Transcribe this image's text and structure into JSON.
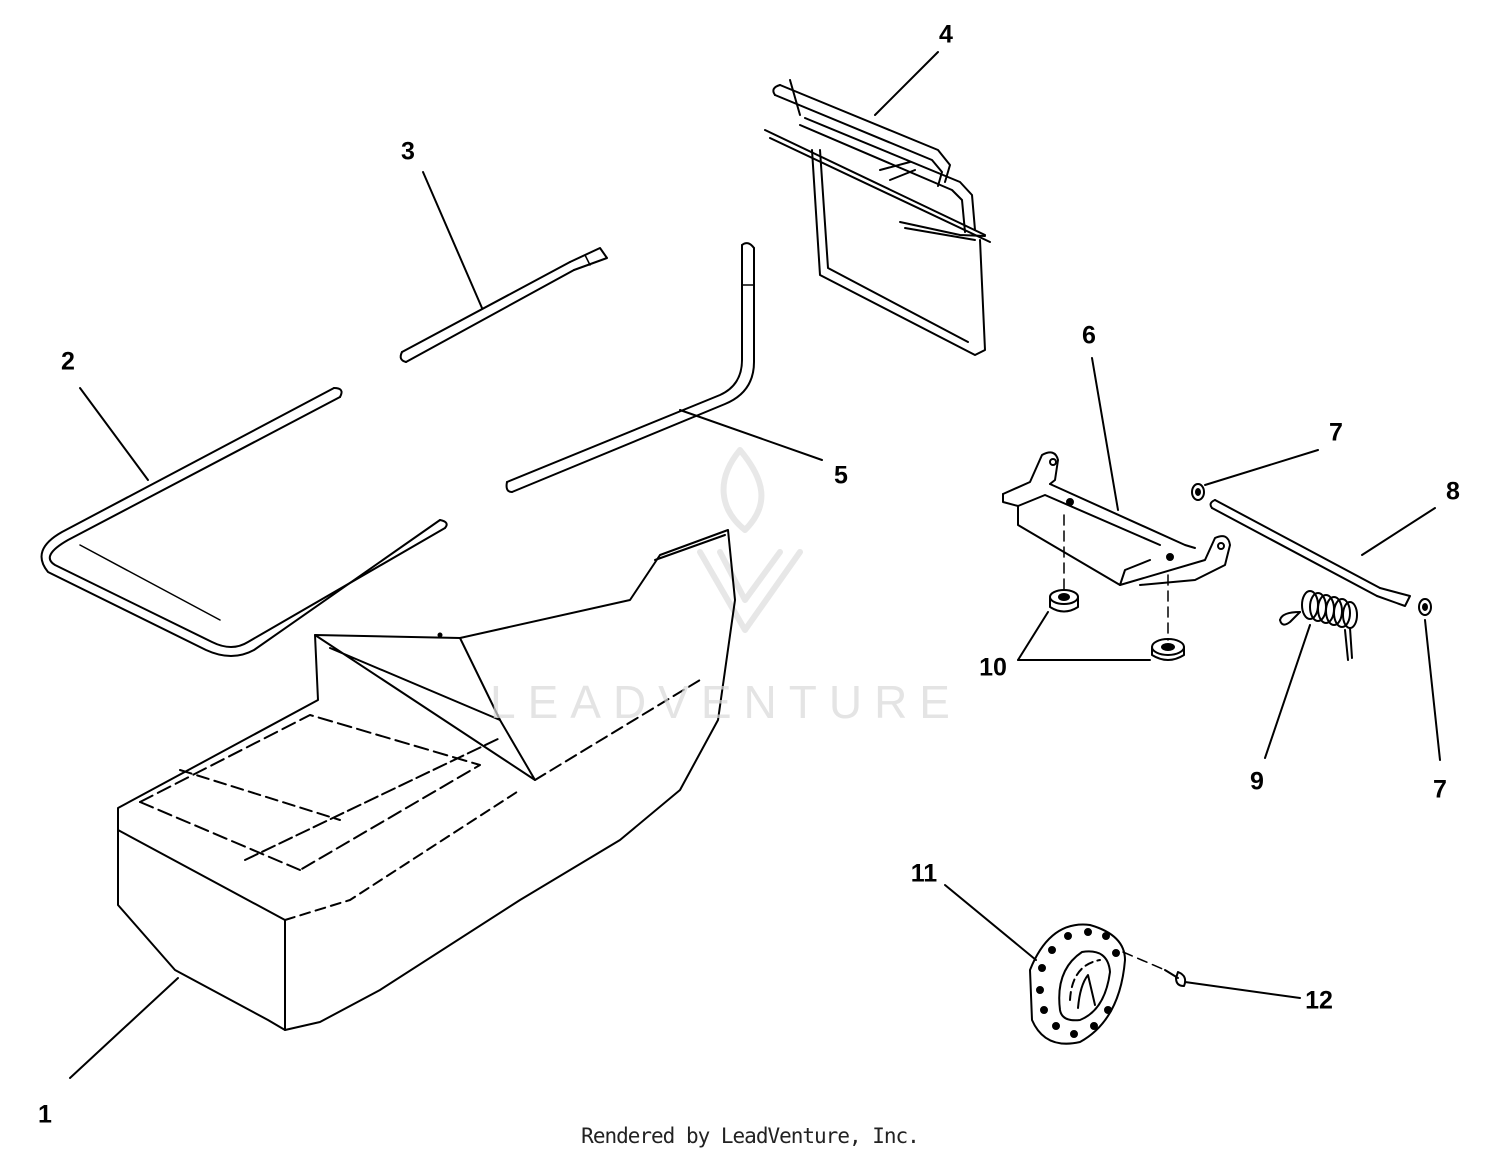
{
  "diagram": {
    "callouts": [
      {
        "id": "c1",
        "label": "1"
      },
      {
        "id": "c2",
        "label": "2"
      },
      {
        "id": "c3",
        "label": "3"
      },
      {
        "id": "c4",
        "label": "4"
      },
      {
        "id": "c5",
        "label": "5"
      },
      {
        "id": "c6",
        "label": "6"
      },
      {
        "id": "c7a",
        "label": "7"
      },
      {
        "id": "c7b",
        "label": "7"
      },
      {
        "id": "c8",
        "label": "8"
      },
      {
        "id": "c9",
        "label": "9"
      },
      {
        "id": "c10",
        "label": "10"
      },
      {
        "id": "c11",
        "label": "11"
      },
      {
        "id": "c12",
        "label": "12"
      }
    ],
    "watermark": "LEADVENTURE",
    "footer": "Rendered by LeadVenture, Inc."
  },
  "colors": {
    "line": "#000000",
    "watermark": "#d9d9d9",
    "background": "#ffffff"
  }
}
